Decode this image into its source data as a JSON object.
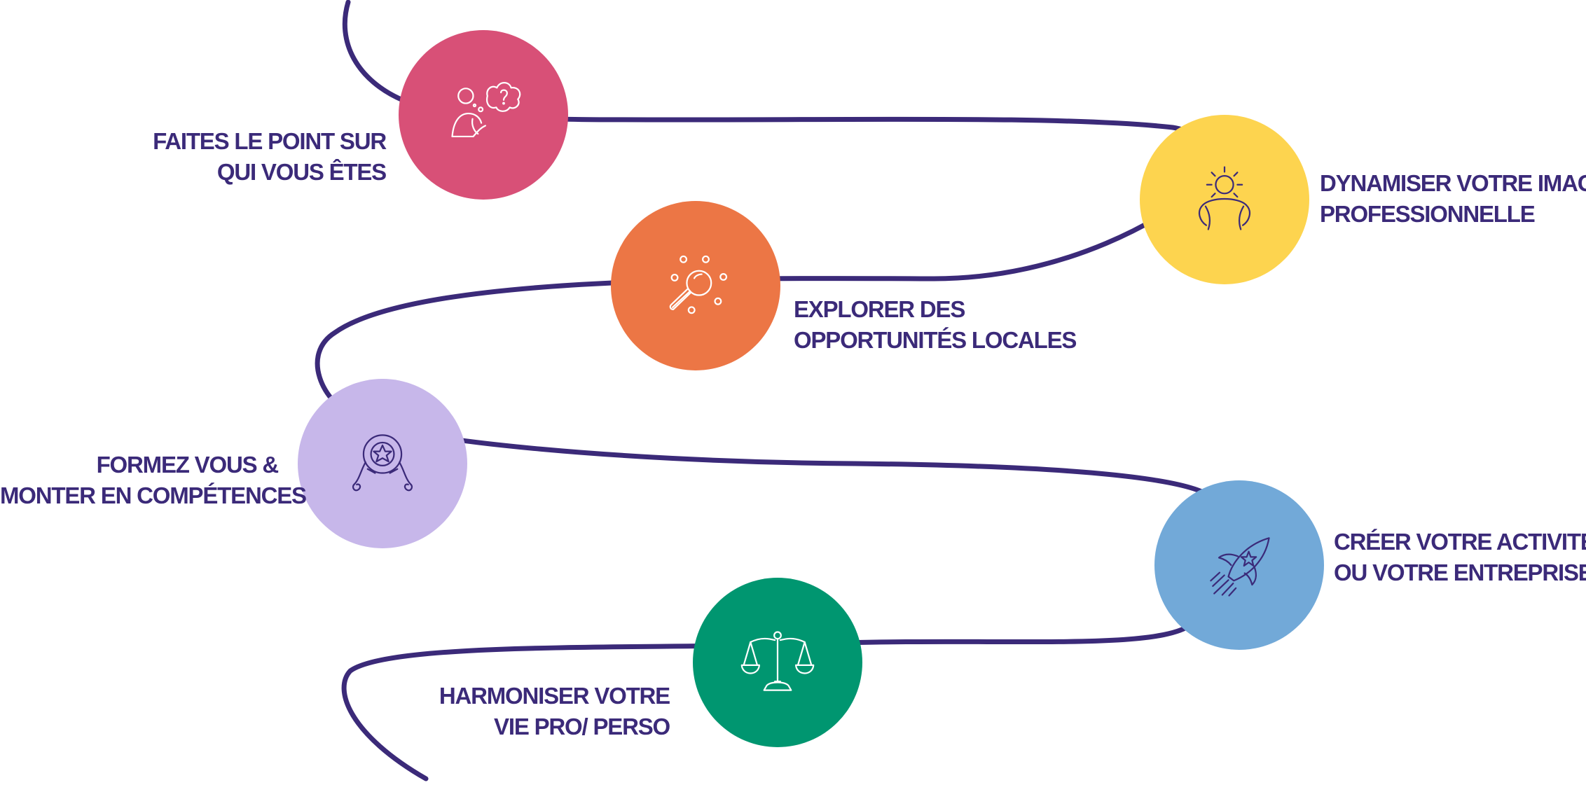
{
  "diagram": {
    "path_color": "#3b2a79",
    "steps": [
      {
        "id": "step-1",
        "lines": [
          "FAITES LE POINT SUR",
          "QUI VOUS ÊTES"
        ],
        "color": "#d85077",
        "icon": "person-question-thought-icon"
      },
      {
        "id": "step-2",
        "lines": [
          "DYNAMISER VOTRE IMAGE",
          "PROFESSIONNELLE"
        ],
        "color": "#fdd44f",
        "icon": "sun-person-icon"
      },
      {
        "id": "step-3",
        "lines": [
          "EXPLORER DES",
          "OPPORTUNITÉS LOCALES"
        ],
        "color": "#ec7645",
        "icon": "magnifier-opportunities-icon"
      },
      {
        "id": "step-4",
        "lines": [
          "FORMEZ VOUS &",
          "MONTER EN COMPÉTENCES"
        ],
        "color": "#c7b7ea",
        "icon": "award-medal-icon"
      },
      {
        "id": "step-5",
        "lines": [
          "CRÉER VOTRE ACTIVITÉS",
          "OU VOTRE ENTREPRISE"
        ],
        "color": "#72a9d8",
        "icon": "rocket-icon"
      },
      {
        "id": "step-6",
        "lines": [
          "HARMONISER VOTRE",
          "VIE PRO/ PERSO"
        ],
        "color": "#009670",
        "icon": "balance-scale-icon"
      }
    ]
  }
}
